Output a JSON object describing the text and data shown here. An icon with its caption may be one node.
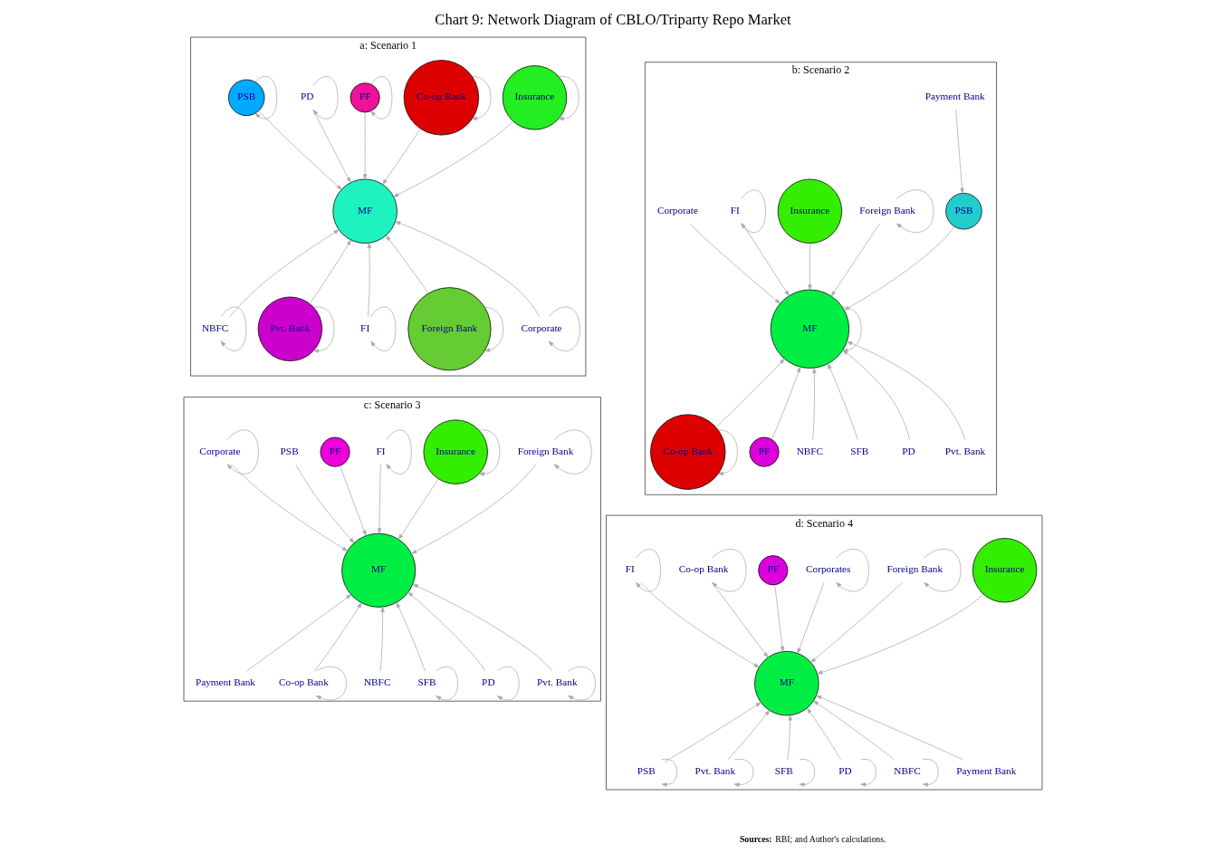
{
  "diagram": {
    "title": "Chart 9: Network Diagram of CBLO/Triparty Repo Market",
    "nodes": [
      {
        "text": [
          "a: Scenario 1"
        ]
      },
      {
        "text": [
          "MF"
        ],
        "in": 0
      },
      {
        "text": [
          "Insurance"
        ],
        "in": 0
      },
      {
        "text": [
          "Co-op Bank"
        ],
        "in": 0
      },
      {
        "text": [
          "PF"
        ],
        "in": 0
      },
      {
        "text": [
          "PD"
        ],
        "in": 0
      },
      {
        "text": [
          "PSB"
        ],
        "in": 0
      },
      {
        "text": [
          "NBFC"
        ],
        "in": 0
      },
      {
        "text": [
          "Pvt. Bank"
        ],
        "in": 0
      },
      {
        "text": [
          "FI"
        ],
        "in": 0
      },
      {
        "text": [
          "Foreign Bank"
        ],
        "in": 0
      },
      {
        "text": [
          "Corporate"
        ],
        "in": 0
      },
      {
        "text": [
          "b: Scenario 2"
        ]
      },
      {
        "text": [
          "Payment Bank"
        ],
        "in": 12
      },
      {
        "text": [
          "Foreign Bank"
        ],
        "in": 12
      },
      {
        "text": [
          "Insurance"
        ],
        "in": 12
      },
      {
        "text": [
          "FI"
        ],
        "in": 12
      },
      {
        "text": [
          "PSB"
        ],
        "in": 12
      },
      {
        "text": [
          "Corporate"
        ],
        "in": 12
      },
      {
        "text": [
          "Co-op Bank"
        ],
        "in": 12
      },
      {
        "text": [
          "PF"
        ],
        "in": 12
      },
      {
        "text": [
          "NBFC"
        ],
        "in": 12
      },
      {
        "text": [
          "SFB"
        ],
        "in": 12
      },
      {
        "text": [
          "PD"
        ],
        "in": 12
      },
      {
        "text": [
          "MF"
        ],
        "in": 12
      },
      {
        "text": [
          "Pvt. Bank"
        ],
        "in": 12
      },
      {
        "text": [
          "c: Scenario 3"
        ]
      },
      {
        "text": [
          "Foreign Bank"
        ],
        "in": 26
      },
      {
        "text": [
          "Insurance"
        ],
        "in": 26
      },
      {
        "text": [
          "FI"
        ],
        "in": 26
      },
      {
        "text": [
          "PF"
        ],
        "in": 26
      },
      {
        "text": [
          "PSB"
        ],
        "in": 26
      },
      {
        "text": [
          "Corporate"
        ],
        "in": 26
      },
      {
        "text": [
          "MF"
        ],
        "in": 26
      },
      {
        "text": [
          "Payment Bank"
        ],
        "in": 26
      },
      {
        "text": [
          "Co-op Bank"
        ],
        "in": 26
      },
      {
        "text": [
          "NBFC"
        ],
        "in": 26
      },
      {
        "text": [
          "SFB"
        ],
        "in": 26
      },
      {
        "text": [
          "PD"
        ],
        "in": 26
      },
      {
        "text": [
          "Pvt. Bank"
        ],
        "in": 26
      },
      {
        "text": [
          "d: Scenario 4"
        ]
      },
      {
        "text": [
          "Insurance"
        ],
        "in": 40
      },
      {
        "text": [
          "Foreign Bank"
        ],
        "in": 40
      },
      {
        "text": [
          "Corporates"
        ],
        "in": 40
      },
      {
        "text": [
          "PF"
        ],
        "in": 40
      },
      {
        "text": [
          "Co-op Bank"
        ],
        "in": 40
      },
      {
        "text": [
          "MF"
        ],
        "in": 40
      },
      {
        "text": [
          "FI"
        ],
        "in": 40
      },
      {
        "text": [
          "PSB"
        ],
        "in": 40
      },
      {
        "text": [
          "Pvt. Bank"
        ],
        "in": 40
      },
      {
        "text": [
          "SFB"
        ],
        "in": 40
      },
      {
        "text": [
          "PD"
        ],
        "in": 40
      },
      {
        "text": [
          "NBFC"
        ],
        "in": 40
      },
      {
        "text": [
          "Payment Bank"
        ],
        "in": 40
      }
    ],
    "edges": [
      {
        "from": 2,
        "to": 1,
        "arrow": "to"
      },
      {
        "from": 3,
        "to": 1,
        "arrow": "to"
      },
      {
        "from": 4,
        "to": 1,
        "arrow": "to"
      },
      {
        "from": 5,
        "to": 1,
        "arrow": "to"
      },
      {
        "from": 6,
        "to": 1,
        "arrow": "to"
      },
      {
        "from": 7,
        "to": 1,
        "arrow": "to"
      },
      {
        "from": 8,
        "to": 1,
        "arrow": "to"
      },
      {
        "from": 9,
        "to": 1,
        "arrow": "to"
      },
      {
        "from": 10,
        "to": 1,
        "arrow": "to"
      },
      {
        "from": 11,
        "to": 1,
        "arrow": "to"
      },
      {
        "from": 2,
        "to": 2,
        "arrow": "to"
      },
      {
        "from": 3,
        "to": 3,
        "arrow": "to"
      },
      {
        "from": 4,
        "to": 4,
        "arrow": "to"
      },
      {
        "from": 5,
        "to": 5,
        "arrow": "to"
      },
      {
        "from": 6,
        "to": 6,
        "arrow": "to"
      },
      {
        "from": 7,
        "to": 7,
        "arrow": "to"
      },
      {
        "from": 8,
        "to": 8,
        "arrow": "to"
      },
      {
        "from": 9,
        "to": 9,
        "arrow": "to"
      },
      {
        "from": 10,
        "to": 10,
        "arrow": "to"
      },
      {
        "from": 11,
        "to": 11,
        "arrow": "to"
      },
      {
        "from": 13,
        "to": 17,
        "arrow": "to"
      },
      {
        "from": 14,
        "to": 24,
        "arrow": "to"
      },
      {
        "from": 15,
        "to": 24,
        "arrow": "to"
      },
      {
        "from": 16,
        "to": 24,
        "arrow": "to"
      },
      {
        "from": 17,
        "to": 24,
        "arrow": "to"
      },
      {
        "from": 18,
        "to": 24,
        "arrow": "to"
      },
      {
        "from": 19,
        "to": 24,
        "arrow": "to"
      },
      {
        "from": 20,
        "to": 24,
        "arrow": "to"
      },
      {
        "from": 21,
        "to": 24,
        "arrow": "to"
      },
      {
        "from": 22,
        "to": 24,
        "arrow": "to"
      },
      {
        "from": 23,
        "to": 24,
        "arrow": "to"
      },
      {
        "from": 25,
        "to": 24,
        "arrow": "to"
      },
      {
        "from": 14,
        "to": 14,
        "arrow": "to"
      },
      {
        "from": 16,
        "to": 16,
        "arrow": "to"
      },
      {
        "from": 19,
        "to": 19,
        "arrow": "to"
      },
      {
        "from": 24,
        "to": 24,
        "arrow": "to"
      },
      {
        "from": 27,
        "to": 33,
        "arrow": "to"
      },
      {
        "from": 28,
        "to": 33,
        "arrow": "to"
      },
      {
        "from": 29,
        "to": 33,
        "arrow": "to"
      },
      {
        "from": 30,
        "to": 33,
        "arrow": "to"
      },
      {
        "from": 31,
        "to": 33,
        "arrow": "to"
      },
      {
        "from": 32,
        "to": 33,
        "arrow": "to"
      },
      {
        "from": 34,
        "to": 33,
        "arrow": "to"
      },
      {
        "from": 35,
        "to": 33,
        "arrow": "to"
      },
      {
        "from": 36,
        "to": 33,
        "arrow": "to"
      },
      {
        "from": 37,
        "to": 33,
        "arrow": "to"
      },
      {
        "from": 38,
        "to": 33,
        "arrow": "to"
      },
      {
        "from": 39,
        "to": 33,
        "arrow": "to"
      },
      {
        "from": 27,
        "to": 27,
        "arrow": "to"
      },
      {
        "from": 28,
        "to": 28,
        "arrow": "to"
      },
      {
        "from": 29,
        "to": 29,
        "arrow": "to"
      },
      {
        "from": 32,
        "to": 32,
        "arrow": "to"
      },
      {
        "from": 35,
        "to": 35,
        "arrow": "to"
      },
      {
        "from": 37,
        "to": 37,
        "arrow": "to"
      },
      {
        "from": 38,
        "to": 38,
        "arrow": "to"
      },
      {
        "from": 39,
        "to": 39,
        "arrow": "to"
      },
      {
        "from": 41,
        "to": 46,
        "arrow": "to"
      },
      {
        "from": 42,
        "to": 46,
        "arrow": "to"
      },
      {
        "from": 43,
        "to": 46,
        "arrow": "to"
      },
      {
        "from": 44,
        "to": 46,
        "arrow": "to"
      },
      {
        "from": 45,
        "to": 46,
        "arrow": "to"
      },
      {
        "from": 47,
        "to": 46,
        "arrow": "to"
      },
      {
        "from": 48,
        "to": 46,
        "arrow": "to"
      },
      {
        "from": 49,
        "to": 46,
        "arrow": "to"
      },
      {
        "from": 50,
        "to": 46,
        "arrow": "to"
      },
      {
        "from": 51,
        "to": 46,
        "arrow": "to"
      },
      {
        "from": 52,
        "to": 46,
        "arrow": "to"
      },
      {
        "from": 53,
        "to": 46,
        "arrow": "to"
      },
      {
        "from": 42,
        "to": 42,
        "arrow": "to"
      },
      {
        "from": 43,
        "to": 43,
        "arrow": "to"
      },
      {
        "from": 45,
        "to": 45,
        "arrow": "to"
      },
      {
        "from": 47,
        "to": 47,
        "arrow": "to"
      },
      {
        "from": 48,
        "to": 48,
        "arrow": "to"
      },
      {
        "from": 49,
        "to": 49,
        "arrow": "to"
      },
      {
        "from": 50,
        "to": 50,
        "arrow": "to"
      },
      {
        "from": 51,
        "to": 51,
        "arrow": "to"
      },
      {
        "from": 52,
        "to": 52,
        "arrow": "to"
      }
    ],
    "labels": [
      "**Sources:** RBI; and Author's calculations."
    ]
  }
}
